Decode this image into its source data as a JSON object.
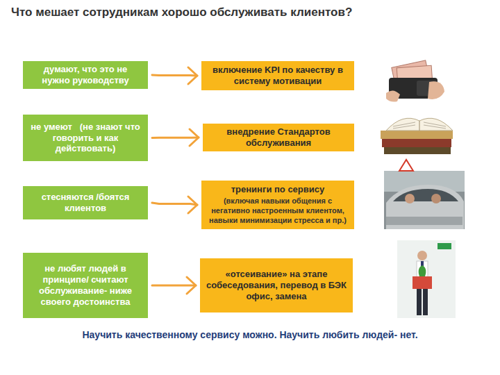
{
  "diagram": {
    "title": "Что мешает сотрудникам хорошо обслуживать клиентов?",
    "caption": "Научить качественному сервису  можно. Научить любить людей- нет.",
    "nodes": [
      {
        "text": [
          "думают, что это не нужно руководству"
        ]
      },
      {
        "text": [
          "включение KPI по качеству в систему мотивации"
        ]
      },
      {
        "text": [
          "не умеют   (не знают что говорить и как действовать)"
        ]
      },
      {
        "text": [
          "внедрение Стандартов обслуживания"
        ]
      },
      {
        "text": [
          "стесняются /боятся клиентов"
        ]
      },
      {
        "text": [
          "тренинги по сервису",
          "(включая навыки общения с негативно настроенным клиентом, навыки минимизации стресса и пр.)"
        ]
      },
      {
        "text": [
          "не любят людей в принципе/ считают обслуживание- ниже своего достоинства"
        ]
      },
      {
        "text": [
          "«отсеивание» на этапе собеседования, перевод в БЭК офис, замена"
        ]
      }
    ],
    "edges": [
      {
        "from": 0,
        "to": 1,
        "arrow": "to"
      },
      {
        "from": 2,
        "to": 3,
        "arrow": "to"
      },
      {
        "from": 4,
        "to": 5,
        "arrow": "to"
      },
      {
        "from": 6,
        "to": 7,
        "arrow": "to"
      }
    ]
  }
}
